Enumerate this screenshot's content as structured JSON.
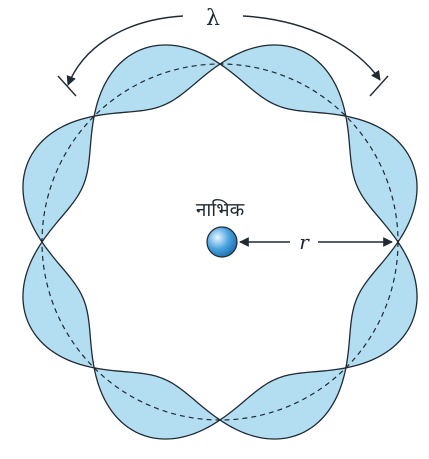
{
  "diagram": {
    "wavelength_label": "λ",
    "nucleus_label": "नाभिक",
    "radius_label": "r"
  },
  "colors": {
    "wave_fill": "#b3def2",
    "nucleus_fill": "#4aa3e0",
    "line": "#1f2a33"
  },
  "wave": {
    "node_count": 8
  }
}
